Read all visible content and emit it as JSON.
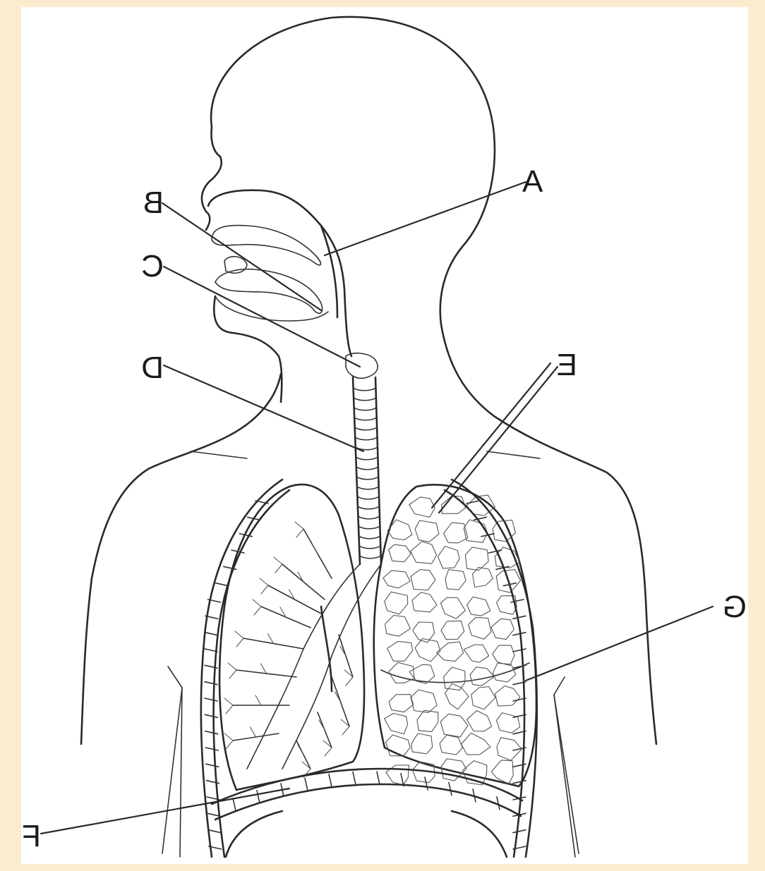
{
  "diagram": {
    "labels": [
      {
        "id": "A",
        "text": "A",
        "mirrored": false
      },
      {
        "id": "B",
        "text": "B",
        "mirrored": true
      },
      {
        "id": "C",
        "text": "C",
        "mirrored": true
      },
      {
        "id": "D",
        "text": "D",
        "mirrored": true
      },
      {
        "id": "E",
        "text": "E",
        "mirrored": true
      },
      {
        "id": "F",
        "text": "F",
        "mirrored": true
      },
      {
        "id": "G",
        "text": "G",
        "mirrored": true
      }
    ]
  }
}
